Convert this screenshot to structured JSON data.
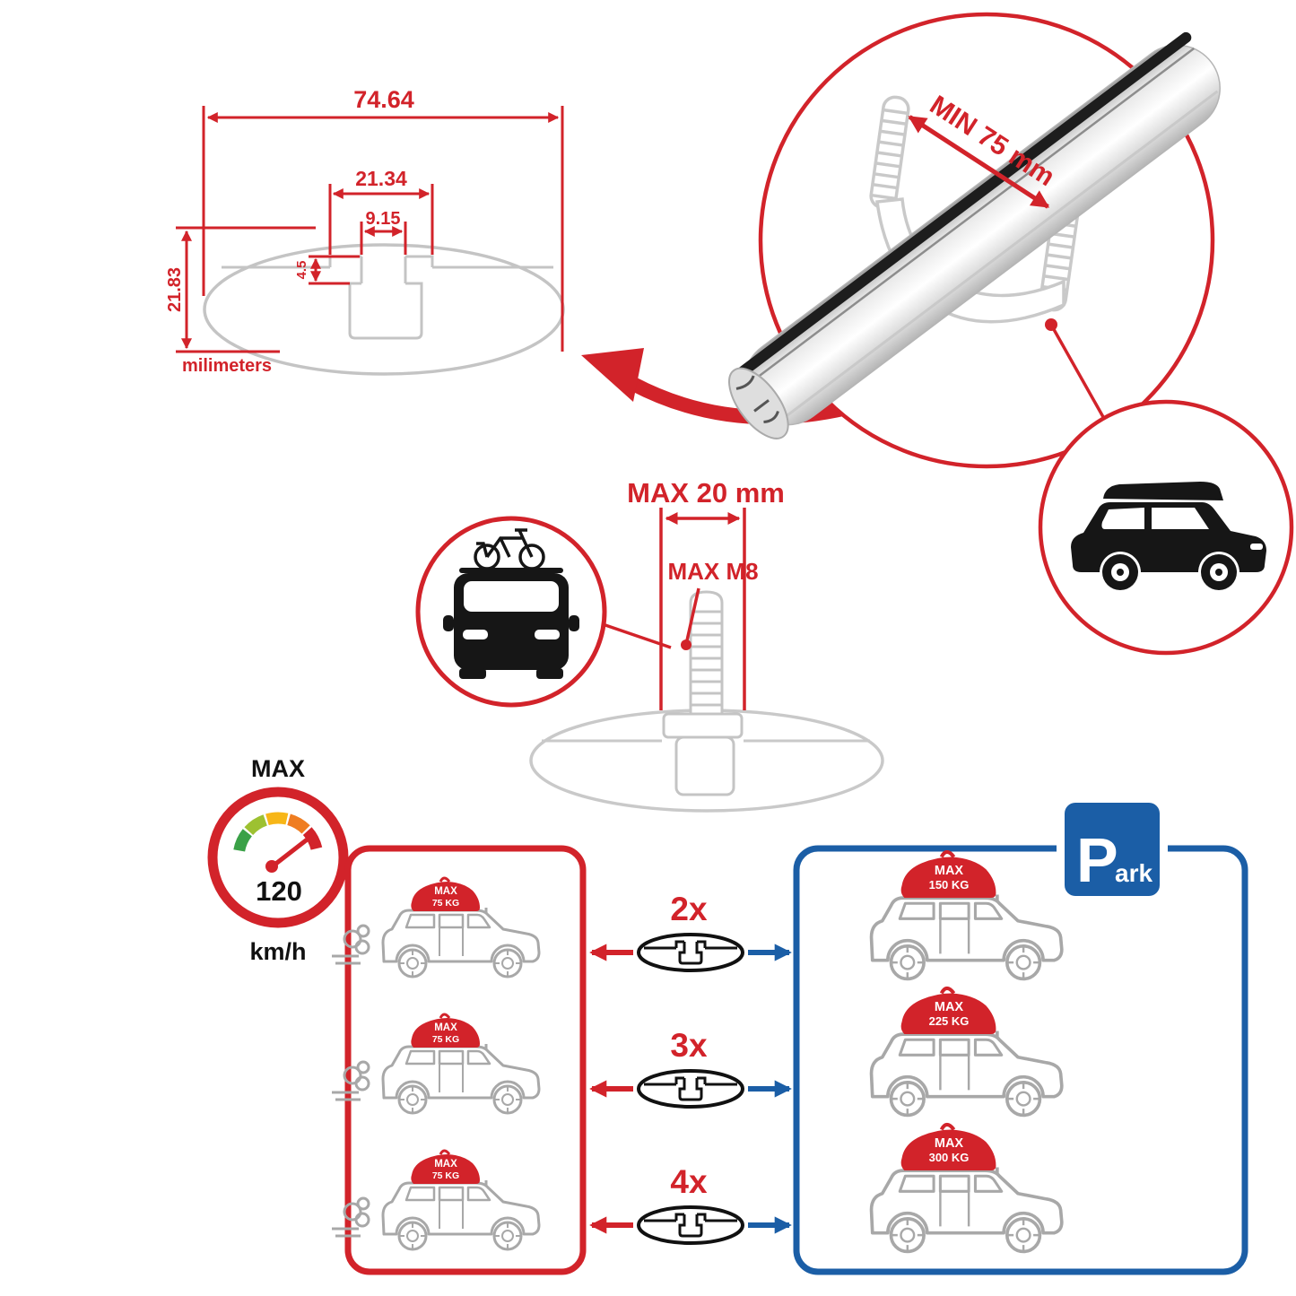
{
  "colors": {
    "red": "#d2232a",
    "blue": "#1b5ea6",
    "profile_gray": "#c4c4c4",
    "car_gray": "#a8a8a8",
    "black": "#161616"
  },
  "dims": {
    "total_width": "74.64",
    "channel_width": "21.34",
    "slot_width": "9.15",
    "slot_depth": "4.5",
    "total_height": "21.83",
    "units": "milimeters"
  },
  "clamp": {
    "min_label": "MIN 75 mm"
  },
  "bolt": {
    "max_width_label": "MAX 20 mm",
    "max_thread_label": "MAX M8"
  },
  "speed": {
    "label": "MAX",
    "value": "120",
    "unit": "km/h"
  },
  "park": {
    "p": "P",
    "ark": "ark"
  },
  "rows": [
    {
      "multiplier": "2x",
      "left_load": {
        "label": "MAX",
        "value": "75 KG"
      },
      "right_load": {
        "label": "MAX",
        "value": "150 KG"
      }
    },
    {
      "multiplier": "3x",
      "left_load": {
        "label": "MAX",
        "value": "75 KG"
      },
      "right_load": {
        "label": "MAX",
        "value": "225 KG"
      }
    },
    {
      "multiplier": "4x",
      "left_load": {
        "label": "MAX",
        "value": "75 KG"
      },
      "right_load": {
        "label": "MAX",
        "value": "300 KG"
      }
    }
  ]
}
